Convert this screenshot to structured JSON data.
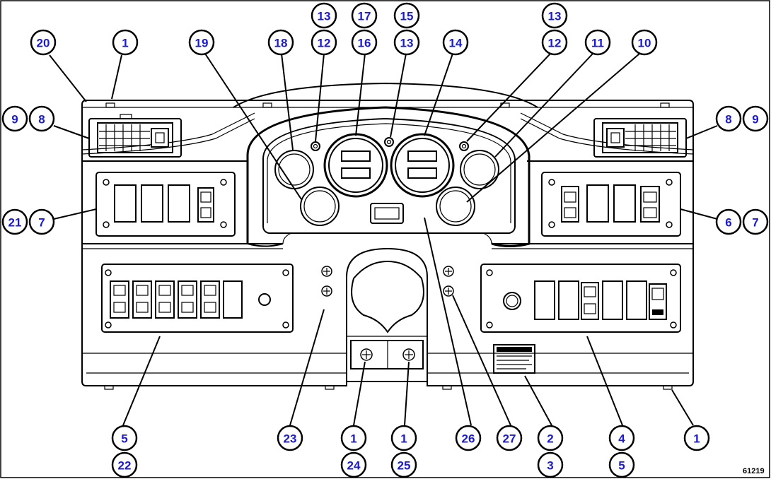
{
  "figure_id": "61219",
  "callouts": [
    {
      "id": "c20",
      "label": "20"
    },
    {
      "id": "c1a",
      "label": "1"
    },
    {
      "id": "c19",
      "label": "19"
    },
    {
      "id": "c18",
      "label": "18"
    },
    {
      "id": "c13a",
      "label": "13"
    },
    {
      "id": "c12a",
      "label": "12"
    },
    {
      "id": "c17",
      "label": "17"
    },
    {
      "id": "c16",
      "label": "16"
    },
    {
      "id": "c15",
      "label": "15"
    },
    {
      "id": "c13b",
      "label": "13"
    },
    {
      "id": "c14",
      "label": "14"
    },
    {
      "id": "c13c",
      "label": "13"
    },
    {
      "id": "c12b",
      "label": "12"
    },
    {
      "id": "c11",
      "label": "11"
    },
    {
      "id": "c10",
      "label": "10"
    },
    {
      "id": "c9a",
      "label": "9"
    },
    {
      "id": "c8a",
      "label": "8"
    },
    {
      "id": "c8b",
      "label": "8"
    },
    {
      "id": "c9b",
      "label": "9"
    },
    {
      "id": "c21",
      "label": "21"
    },
    {
      "id": "c7a",
      "label": "7"
    },
    {
      "id": "c6",
      "label": "6"
    },
    {
      "id": "c7b",
      "label": "7"
    },
    {
      "id": "c5a",
      "label": "5"
    },
    {
      "id": "c22",
      "label": "22"
    },
    {
      "id": "c23",
      "label": "23"
    },
    {
      "id": "c1b",
      "label": "1"
    },
    {
      "id": "c24",
      "label": "24"
    },
    {
      "id": "c1c",
      "label": "1"
    },
    {
      "id": "c25",
      "label": "25"
    },
    {
      "id": "c26",
      "label": "26"
    },
    {
      "id": "c27",
      "label": "27"
    },
    {
      "id": "c2",
      "label": "2"
    },
    {
      "id": "c3",
      "label": "3"
    },
    {
      "id": "c4",
      "label": "4"
    },
    {
      "id": "c5b",
      "label": "5"
    },
    {
      "id": "c1d",
      "label": "1"
    }
  ]
}
